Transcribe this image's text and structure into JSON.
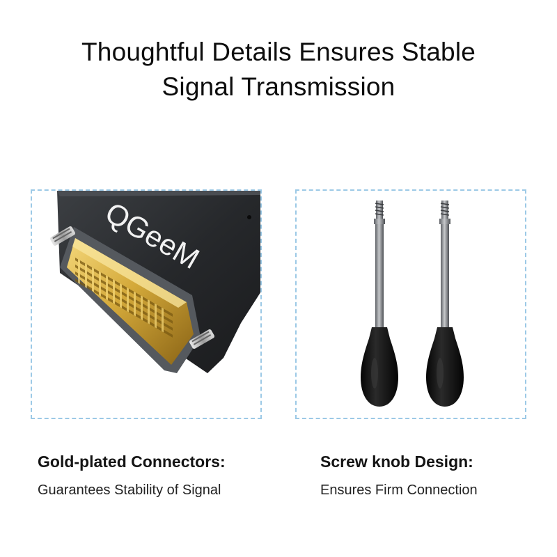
{
  "headline": {
    "line1": "Thoughtful Details Ensures Stable",
    "line2": "Signal Transmission"
  },
  "left_panel": {
    "brand_logo_text": "QGeeM",
    "title": "Gold-plated Connectors:",
    "subtitle": "Guarantees Stability of Signal"
  },
  "right_panel": {
    "title": "Screw knob Design:",
    "subtitle": "Ensures Firm Connection"
  },
  "colors": {
    "panel_border": "#9cc9e6",
    "gold": "#d4a93a",
    "housing": "#2a2c2f",
    "knob": "#121212",
    "metal": "#8a8d91"
  }
}
